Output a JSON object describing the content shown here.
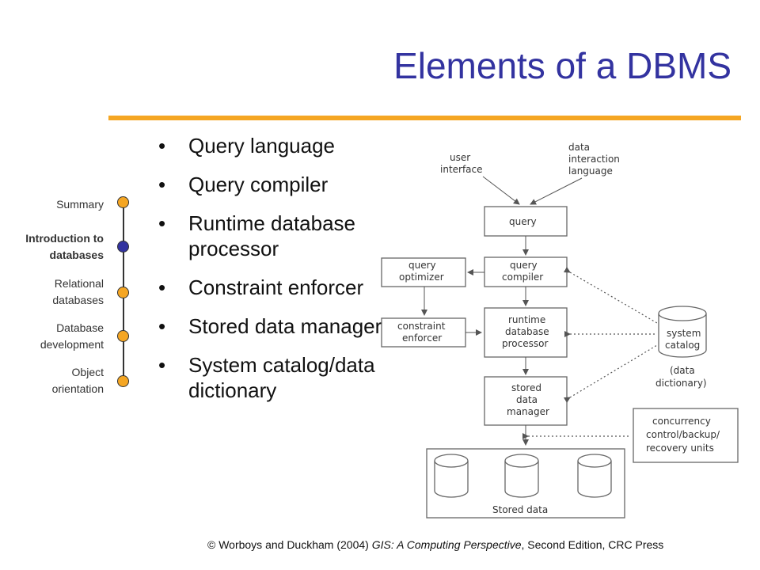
{
  "title": "Elements of a DBMS",
  "nav": [
    {
      "label": "Summary",
      "active": false
    },
    {
      "label": "Introduction to databases",
      "active": true
    },
    {
      "label": "Relational databases",
      "active": false
    },
    {
      "label": "Database development",
      "active": false
    },
    {
      "label": "Object orientation",
      "active": false
    }
  ],
  "bullets": [
    "Query language",
    "Query compiler",
    "Runtime database processor",
    "Constraint enforcer",
    "Stored data manager",
    "System catalog/data dictionary"
  ],
  "diagram": {
    "user_interface": [
      "user",
      "interface"
    ],
    "data_interaction_language": [
      "data",
      "interaction",
      "language"
    ],
    "query": "query",
    "query_compiler": [
      "query",
      "compiler"
    ],
    "query_optimizer": [
      "query",
      "optimizer"
    ],
    "constraint_enforcer": [
      "constraint",
      "enforcer"
    ],
    "runtime_processor": [
      "runtime",
      "database",
      "processor"
    ],
    "stored_data_manager": [
      "stored",
      "data",
      "manager"
    ],
    "system_catalog": [
      "system",
      "catalog"
    ],
    "data_dictionary": [
      "(data",
      "dictionary)"
    ],
    "concurrency": [
      "concurrency",
      "control/backup/",
      "recovery units"
    ],
    "stored_data": "Stored data"
  },
  "footer": {
    "prefix": "©  Worboys and Duckham (2004) ",
    "book": "GIS: A Computing Perspective",
    "suffix": ", Second Edition, CRC Press"
  }
}
